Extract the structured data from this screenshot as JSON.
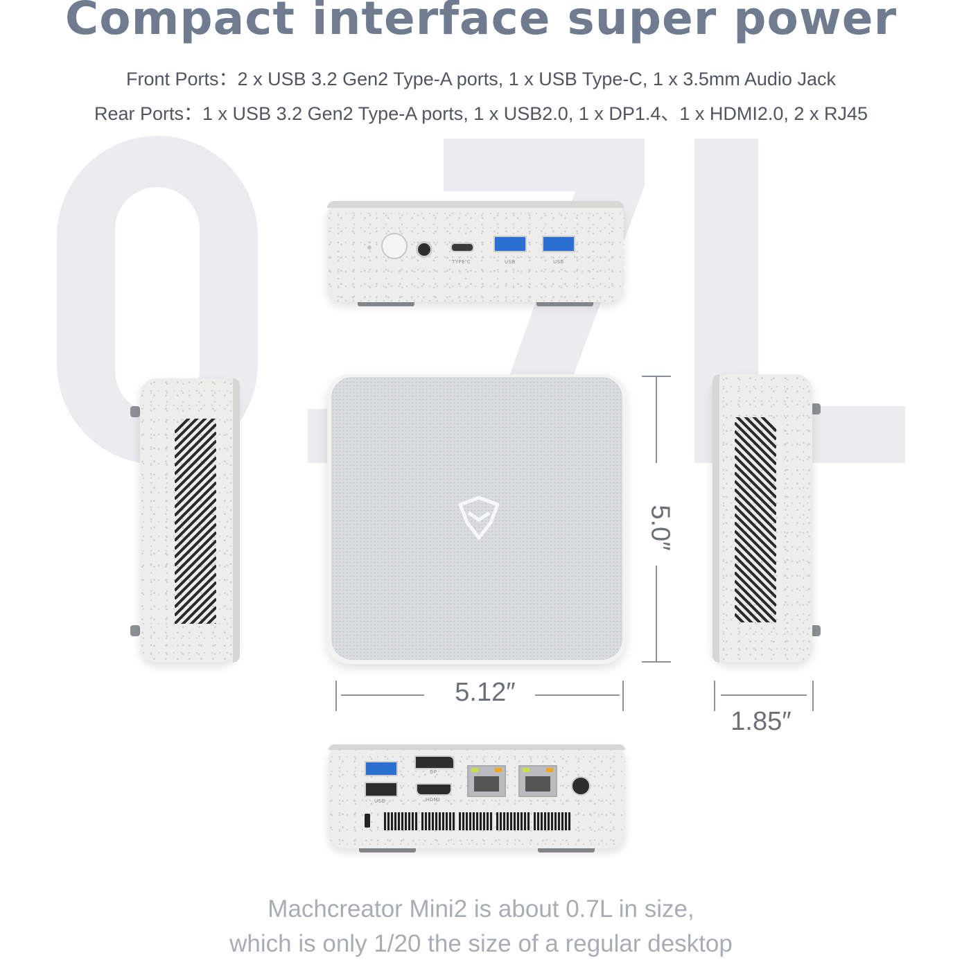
{
  "heading": "Compact interface super power",
  "front_ports": "Front Ports：2 x USB 3.2 Gen2 Type-A ports, 1 x USB Type-C, 1 x 3.5mm Audio Jack",
  "rear_ports": "Rear Ports：1 x USB 3.2 Gen2 Type-A ports, 1 x USB2.0, 1 x DP1.4、1 x HDMI2.0, 2 x RJ45",
  "background_text": "0.7L",
  "dimensions": {
    "width": "5.12″",
    "height": "5.0″",
    "depth": "1.85″"
  },
  "front_labels": {
    "typec": "TYPE C",
    "usb1": "USB",
    "usb2": "USB"
  },
  "rear_labels": {
    "dp": "DP",
    "hdmi": "HDMI",
    "usb": "USB"
  },
  "description": {
    "line1": "Machcreator Mini2 is about 0.7L in size,",
    "line2": "which is only 1/20 the size of a regular desktop"
  },
  "colors": {
    "heading": "#6f7c90",
    "usb3_blue": "#2b6fd1",
    "shell": "#ededeb",
    "background_glyph": "#e9ebef"
  }
}
